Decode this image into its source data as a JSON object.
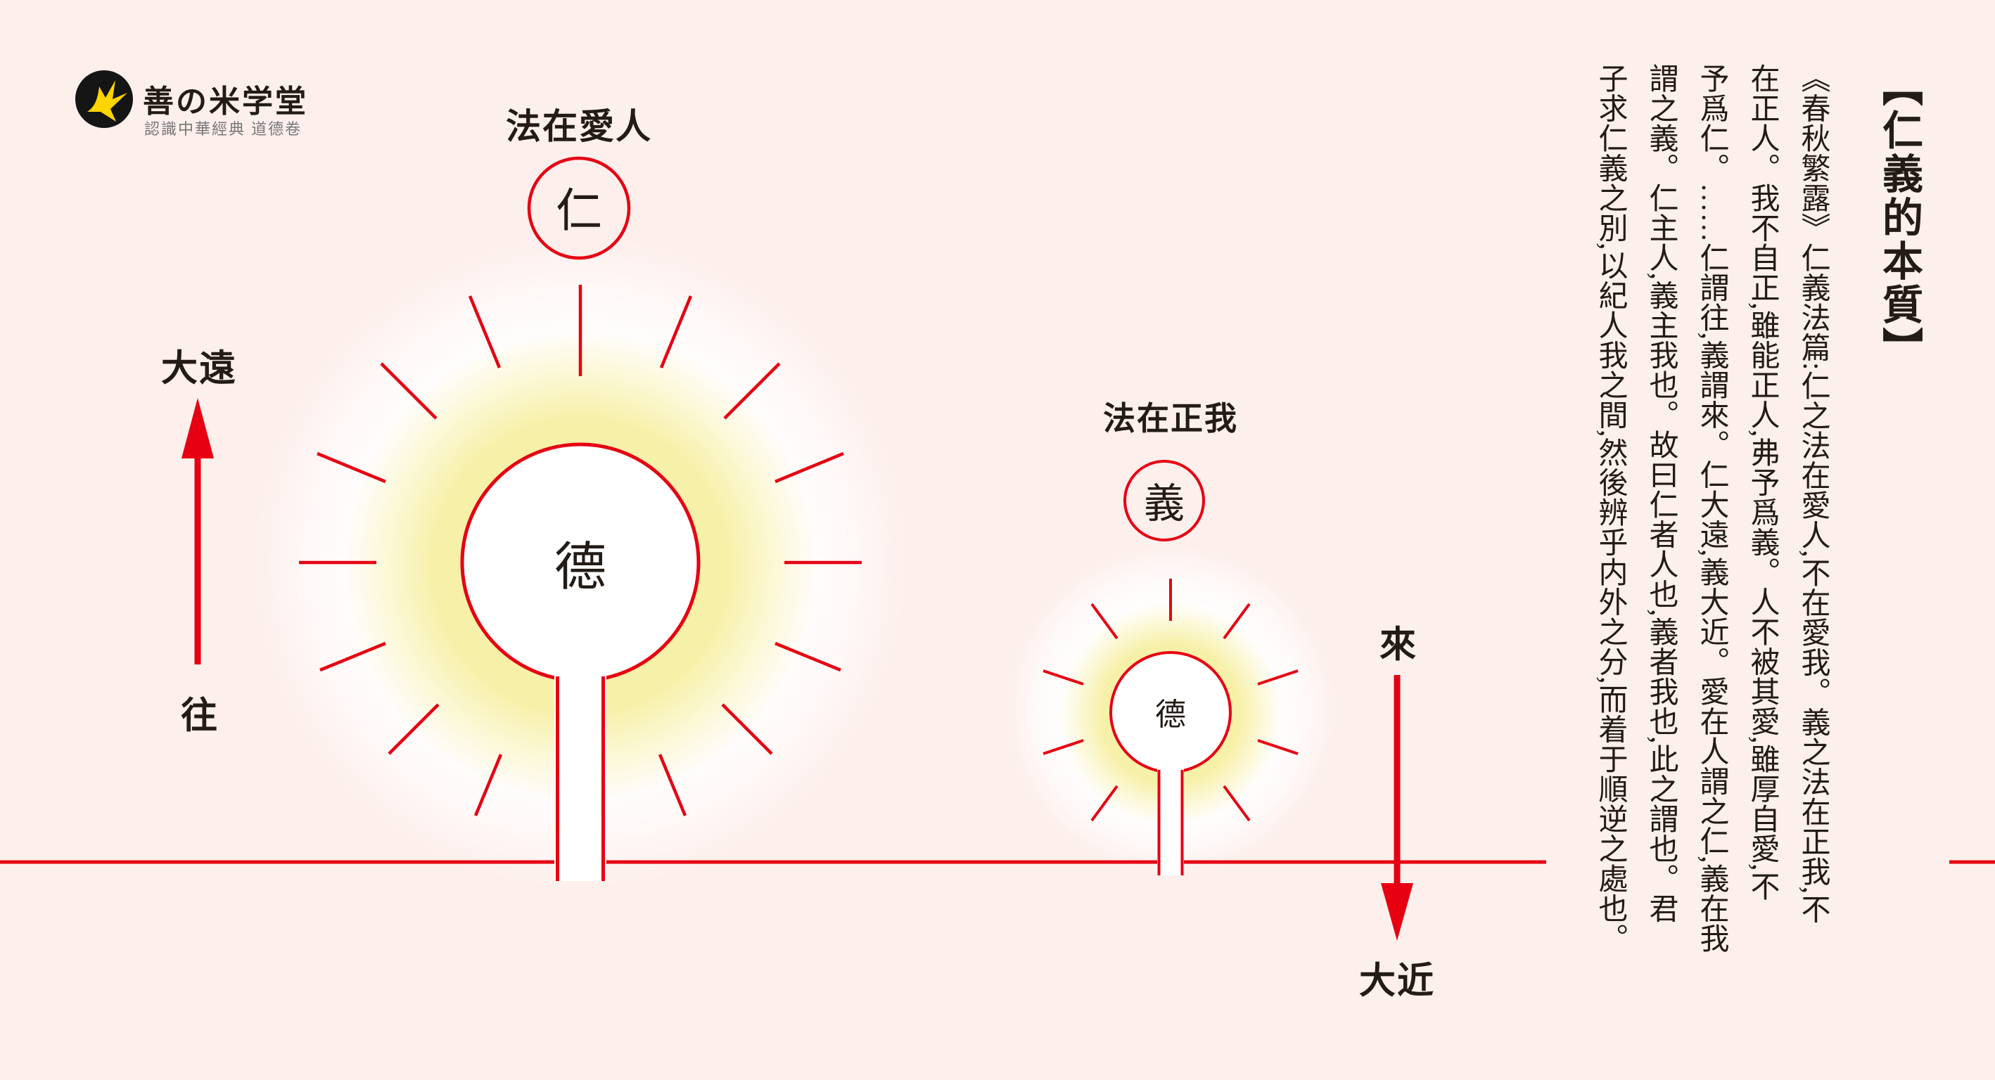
{
  "colors": {
    "background": "#fdefec",
    "accent_red": "#e60012",
    "glow_yellow": "#f7f0a8",
    "ink": "#231b16",
    "subtitle_gray": "#777777",
    "logo_yellow": "#ffd500",
    "logo_black": "#151515"
  },
  "logo": {
    "brand": "善の米学堂",
    "subtitle": "認識中華經典 道德卷",
    "icon": "bird-icon"
  },
  "diagram": {
    "ren": {
      "caption": "法在愛人",
      "label": "仁",
      "core": "德"
    },
    "yi": {
      "caption": "法在正我",
      "label": "義",
      "core": "德"
    },
    "left_axis": {
      "top": "大遠",
      "bottom": "往"
    },
    "right_axis": {
      "top": "來",
      "bottom": "大近"
    }
  },
  "article": {
    "title": "【仁義的本質】",
    "columns": [
      "《春秋繁露》仁義法篇:仁之法在愛人,不在愛我。義之法在正我,不",
      "在正人。我不自正,雖能正人,弗予爲義。人不被其愛,雖厚自愛,不",
      "予爲仁。……仁謂往,義謂來。仁大遠,義大近。愛在人謂之仁,義在我",
      "謂之義。仁主人,義主我也。故曰仁者人也,義者我也,此之謂也。君",
      "子求仁義之別,以紀人我之間,然後辨乎内外之分,而着于順逆之處也。"
    ]
  }
}
